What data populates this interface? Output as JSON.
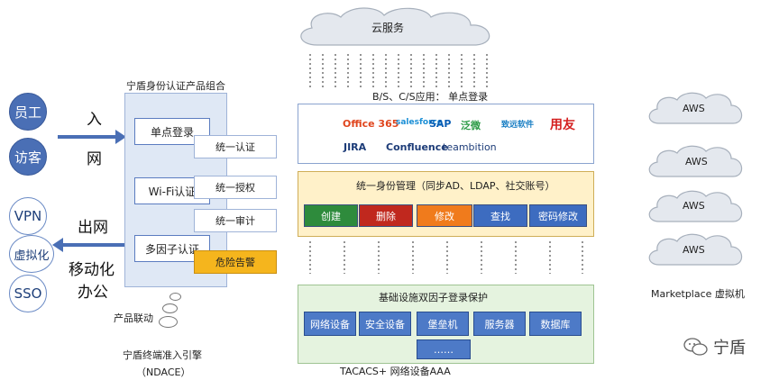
{
  "left": {
    "employee": "员工",
    "visitor": "访客",
    "vpn": "VPN",
    "virtualization": "虚拟化",
    "sso": "SSO",
    "in_top": "入",
    "in_bottom": "网",
    "out_top": "出网",
    "out_mid": "移动化",
    "out_bottom": "办公"
  },
  "product": {
    "title": "宁盾身份认证产品组合",
    "sso_login": "单点登录",
    "unified_auth": "统一认证",
    "wifi_auth": "Wi-Fi认证",
    "unified_authz": "统一授权",
    "unified_audit": "统一审计",
    "mfa": "多因子认证",
    "danger_alert": "危险告警",
    "linkage": "产品联动",
    "engine_title": "宁盾终端准入引擎",
    "engine_sub": "（NDACE）"
  },
  "center": {
    "cloud": "云服务",
    "apps_title": "B/S、C/S应用： 单点登录",
    "logos": [
      "Office 365",
      "salesforce",
      "SAP",
      "泛微",
      "致远软件",
      "用友",
      "JIRA",
      "Confluence",
      "teambition"
    ],
    "iam_title": "统一身份管理（同步AD、LDAP、社交账号）",
    "iam_buttons": [
      "创建",
      "删除",
      "修改",
      "查找",
      "密码修改"
    ],
    "infra_title": "基础设施双因子登录保护",
    "infra_items": [
      "网络设备",
      "安全设备",
      "堡垒机",
      "服务器",
      "数据库"
    ],
    "infra_more": "……",
    "tacacs": "TACACS+ 网络设备AAA"
  },
  "right": {
    "aws": [
      "AWS",
      "AWS",
      "AWS",
      "AWS"
    ],
    "marketplace": "Marketplace 虚拟机",
    "brand": "宁盾"
  },
  "colors": {
    "blue_circle": "#4a6fb5",
    "btn_green": "#2e8b3c",
    "btn_red": "#c0281e",
    "btn_orange": "#f07b1c",
    "btn_blue": "#3d6cc0",
    "alert_yellow": "#f5b51d",
    "infra_blue": "#4d7ac7"
  }
}
